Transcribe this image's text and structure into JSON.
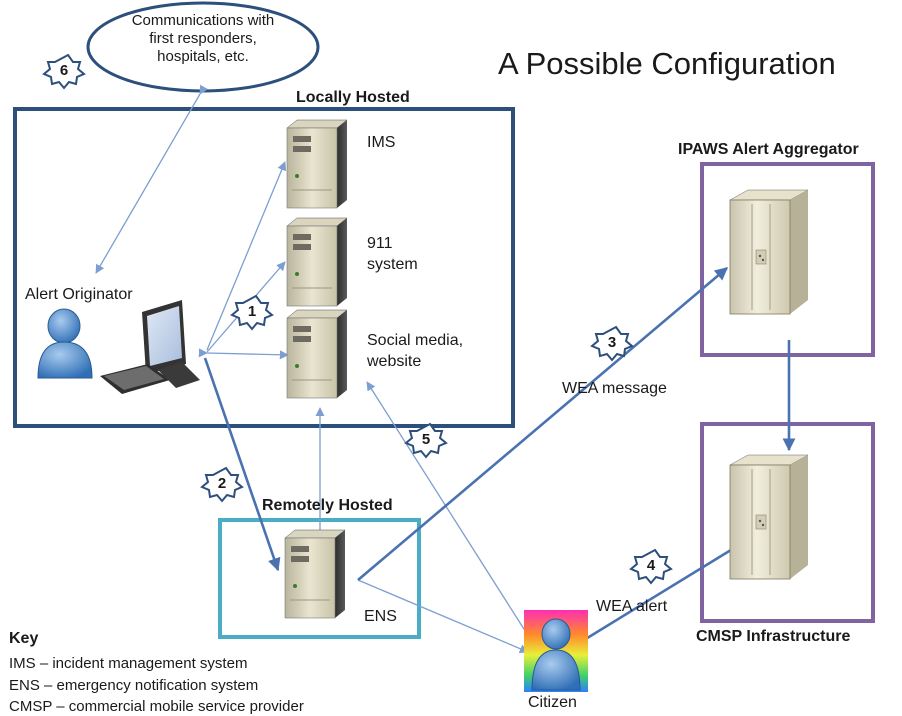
{
  "title": "A Possible Configuration",
  "communications": "Communications with first responders, hospitals, etc.",
  "communications_lines": [
    "Communications with",
    "first responders,",
    "hospitals, etc."
  ],
  "locally_hosted": "Locally Hosted",
  "remotely_hosted": "Remotely Hosted",
  "ipaws": "IPAWS Alert Aggregator",
  "cmsp_infra": "CMSP Infrastructure",
  "alert_originator": "Alert Originator",
  "citizen": "Citizen",
  "servers": {
    "ims": "IMS",
    "s911_line1": "911",
    "s911_line2": "system",
    "social_line1": "Social media,",
    "social_line2": "website",
    "ens": "ENS"
  },
  "messages": {
    "wea_message": "WEA message",
    "wea_alert": "WEA alert"
  },
  "steps": [
    "1",
    "2",
    "3",
    "4",
    "5",
    "6"
  ],
  "key": {
    "heading": "Key",
    "items": [
      "IMS – incident management system",
      "ENS – emergency notification system",
      "CMSP – commercial mobile service provider"
    ]
  },
  "colors": {
    "local_box": "#2d4f7c",
    "remote_box": "#4bacc6",
    "ipaws_box": "#8064a2",
    "thin_arrow": "#7b9fd0",
    "thick_arrow": "#4a72b0"
  }
}
